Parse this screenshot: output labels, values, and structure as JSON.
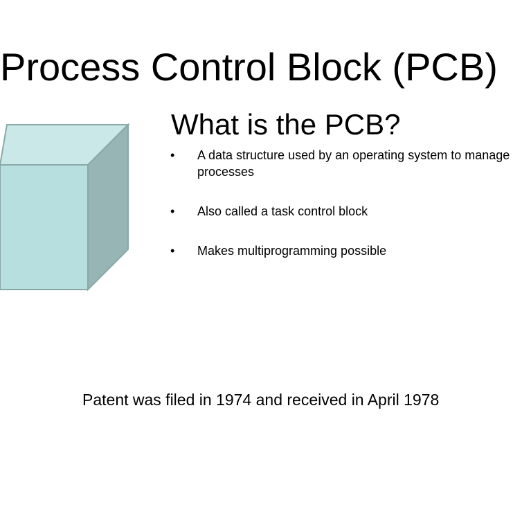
{
  "slide": {
    "title": "Process Control Block (PCB)",
    "heading": "What is the PCB?",
    "bullets": [
      {
        "lines": [
          "A data structure used by an operating system to manage",
          "processes"
        ]
      },
      {
        "lines": [
          "Also called a task control block"
        ]
      },
      {
        "lines": [
          "Makes multiprogramming possible"
        ]
      }
    ],
    "bullet_glyph": "•",
    "note": "Patent was filed in 1974 and received in April 1978"
  },
  "colors": {
    "cube_front": "#b7dfe0",
    "cube_top": "#cbe8e9",
    "cube_side": "#97b5b4",
    "cube_edge": "#8aa8a8"
  },
  "icons": {
    "cube": "cube-illustration"
  }
}
